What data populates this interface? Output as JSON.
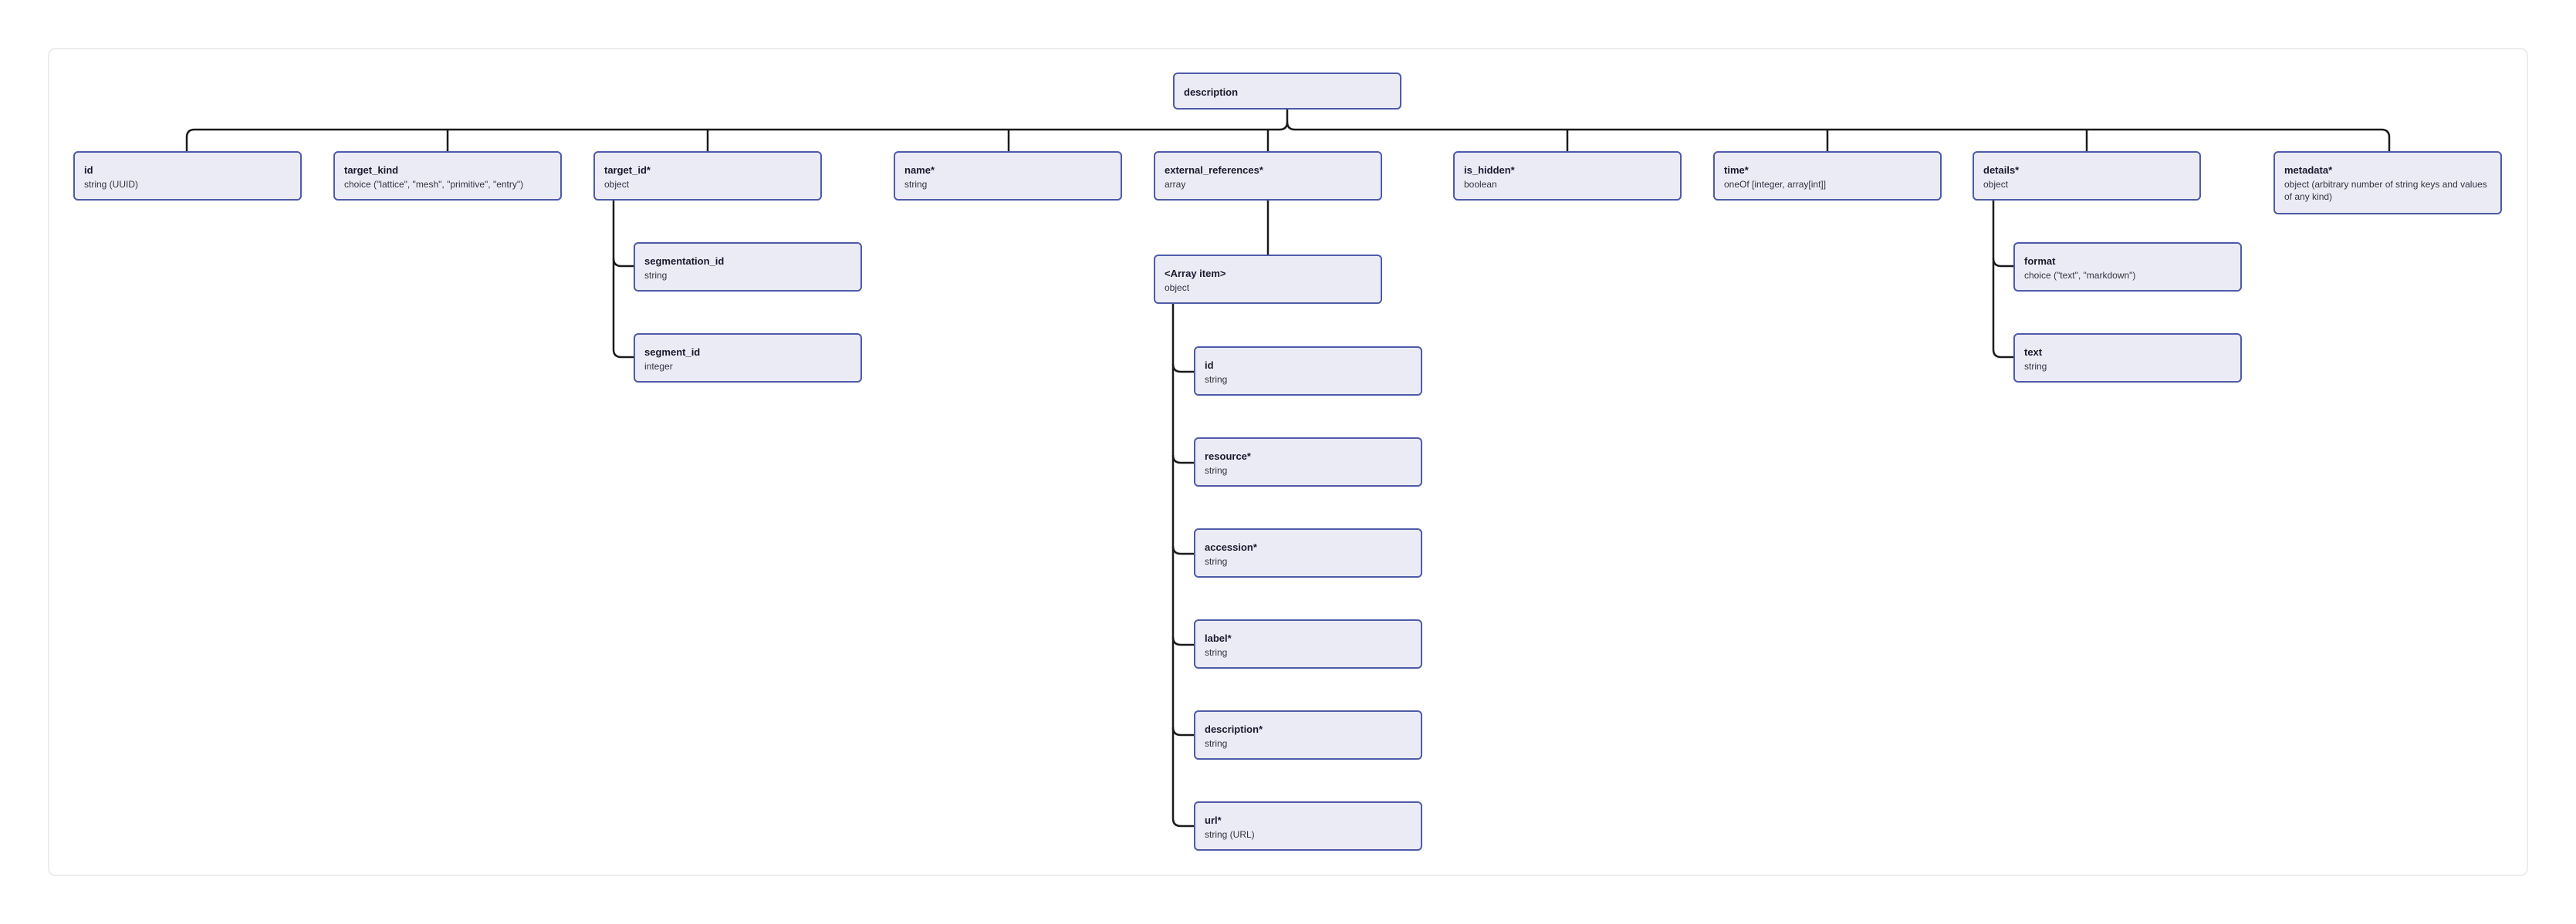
{
  "colors": {
    "node_fill": "#ebebf5",
    "node_border": "#4f5aa8",
    "edge": "#1a1a1a",
    "canvas_border": "#ececf0"
  },
  "nodes": {
    "root": {
      "title": "description",
      "sub": ""
    },
    "id": {
      "title": "id",
      "sub": "string (UUID)"
    },
    "target_kind": {
      "title": "target_kind",
      "sub": "choice (\"lattice\", \"mesh\", \"primitive\", \"entry\")"
    },
    "target_id": {
      "title": "target_id*",
      "sub": "object"
    },
    "segmentation_id": {
      "title": "segmentation_id",
      "sub": "string"
    },
    "segment_id": {
      "title": "segment_id",
      "sub": "integer"
    },
    "name": {
      "title": "name*",
      "sub": "string"
    },
    "external_references": {
      "title": "external_references*",
      "sub": "array"
    },
    "array_item": {
      "title": "<Array item>",
      "sub": "object"
    },
    "ref_id": {
      "title": "id",
      "sub": "string"
    },
    "ref_resource": {
      "title": "resource*",
      "sub": "string"
    },
    "ref_accession": {
      "title": "accession*",
      "sub": "string"
    },
    "ref_label": {
      "title": "label*",
      "sub": "string"
    },
    "ref_description": {
      "title": "description*",
      "sub": "string"
    },
    "ref_url": {
      "title": "url*",
      "sub": "string (URL)"
    },
    "is_hidden": {
      "title": "is_hidden*",
      "sub": "boolean"
    },
    "time": {
      "title": "time*",
      "sub": "oneOf [integer, array[int]]"
    },
    "details": {
      "title": "details*",
      "sub": "object"
    },
    "format": {
      "title": "format",
      "sub": "choice (\"text\", \"markdown\")"
    },
    "text": {
      "title": "text",
      "sub": "string"
    },
    "metadata": {
      "title": "metadata*",
      "sub": "object (arbitrary number of string keys and values of any kind)"
    }
  }
}
